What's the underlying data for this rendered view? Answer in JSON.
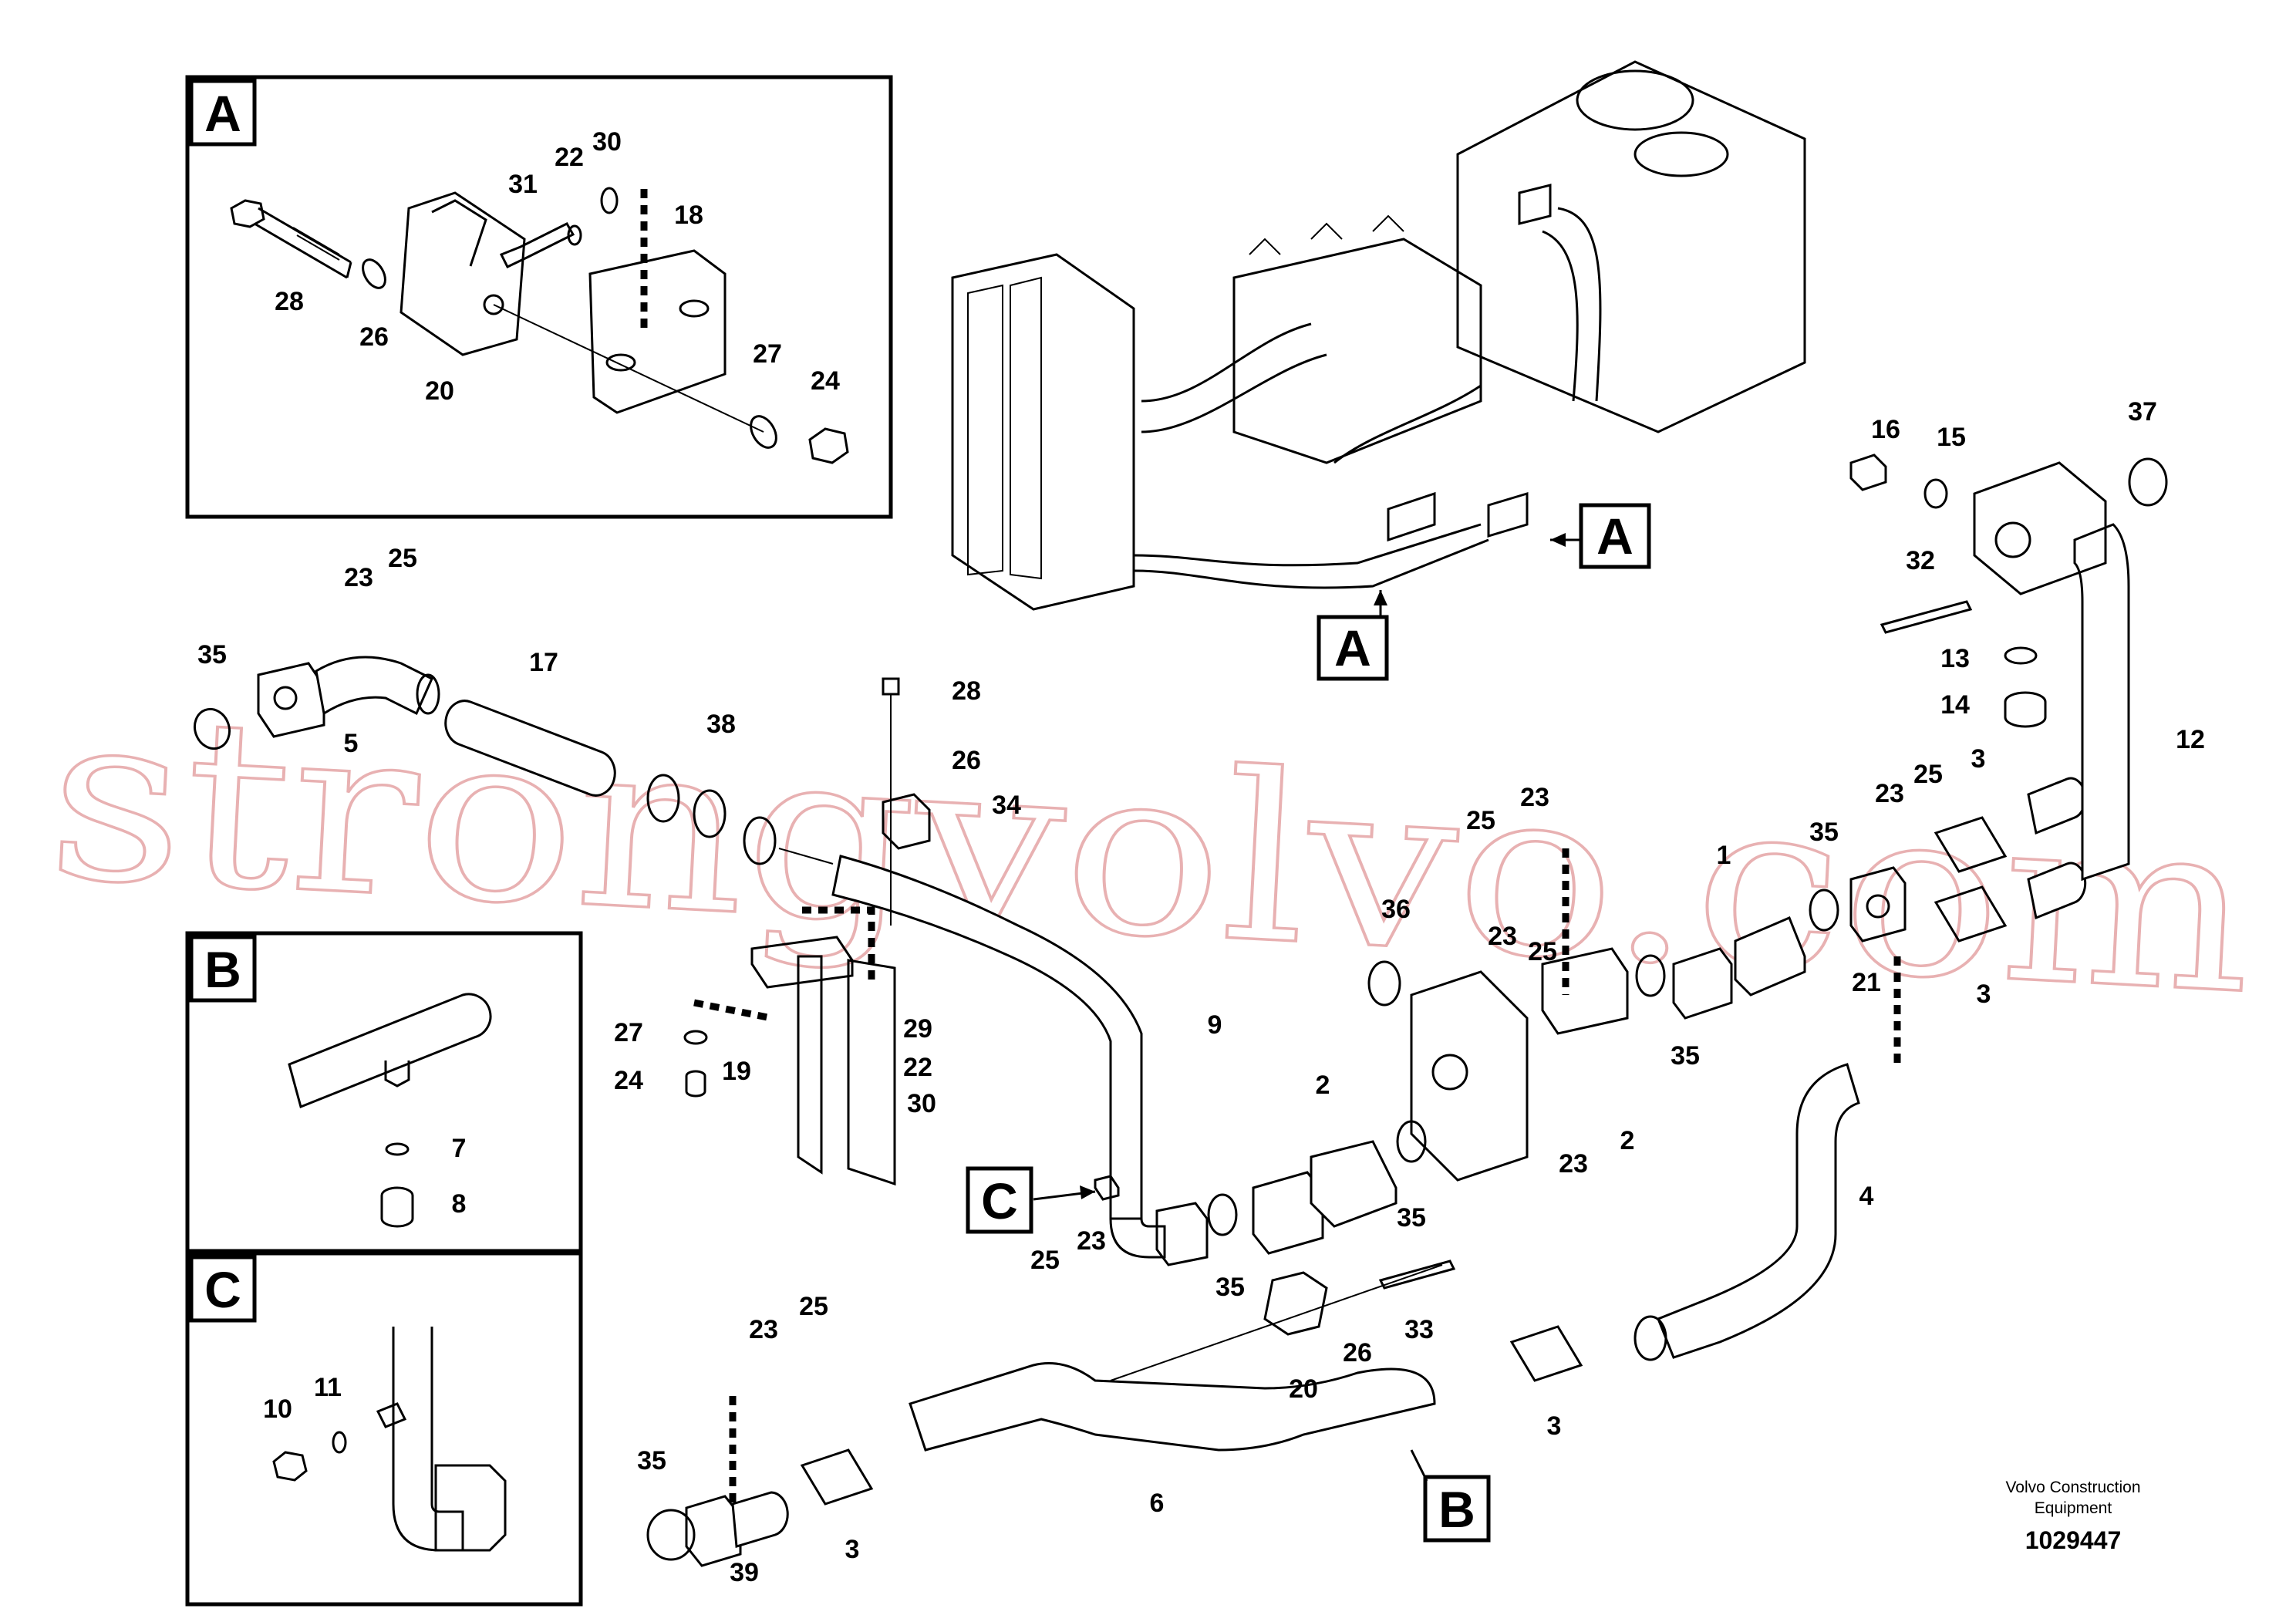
{
  "watermark": "strongvolvo.com",
  "footer": {
    "company_line1": "Volvo Construction",
    "company_line2": "Equipment",
    "drawing_number": "1029447"
  },
  "view_markers": {
    "A": "A",
    "B": "B",
    "C": "C"
  },
  "part_labels": {
    "p1": "1",
    "p2": "2",
    "p3": "3",
    "p4": "4",
    "p5": "5",
    "p6": "6",
    "p7": "7",
    "p8": "8",
    "p9": "9",
    "p10": "10",
    "p11": "11",
    "p12": "12",
    "p13": "13",
    "p14": "14",
    "p15": "15",
    "p16": "16",
    "p17": "17",
    "p18": "18",
    "p19": "19",
    "p20": "20",
    "p21": "21",
    "p22": "22",
    "p23": "23",
    "p24": "24",
    "p25": "25",
    "p26": "26",
    "p27": "27",
    "p28": "28",
    "p29": "29",
    "p30": "30",
    "p31": "31",
    "p32": "32",
    "p33": "33",
    "p34": "34",
    "p35": "35",
    "p36": "36",
    "p37": "37",
    "p38": "38",
    "p39": "39"
  }
}
